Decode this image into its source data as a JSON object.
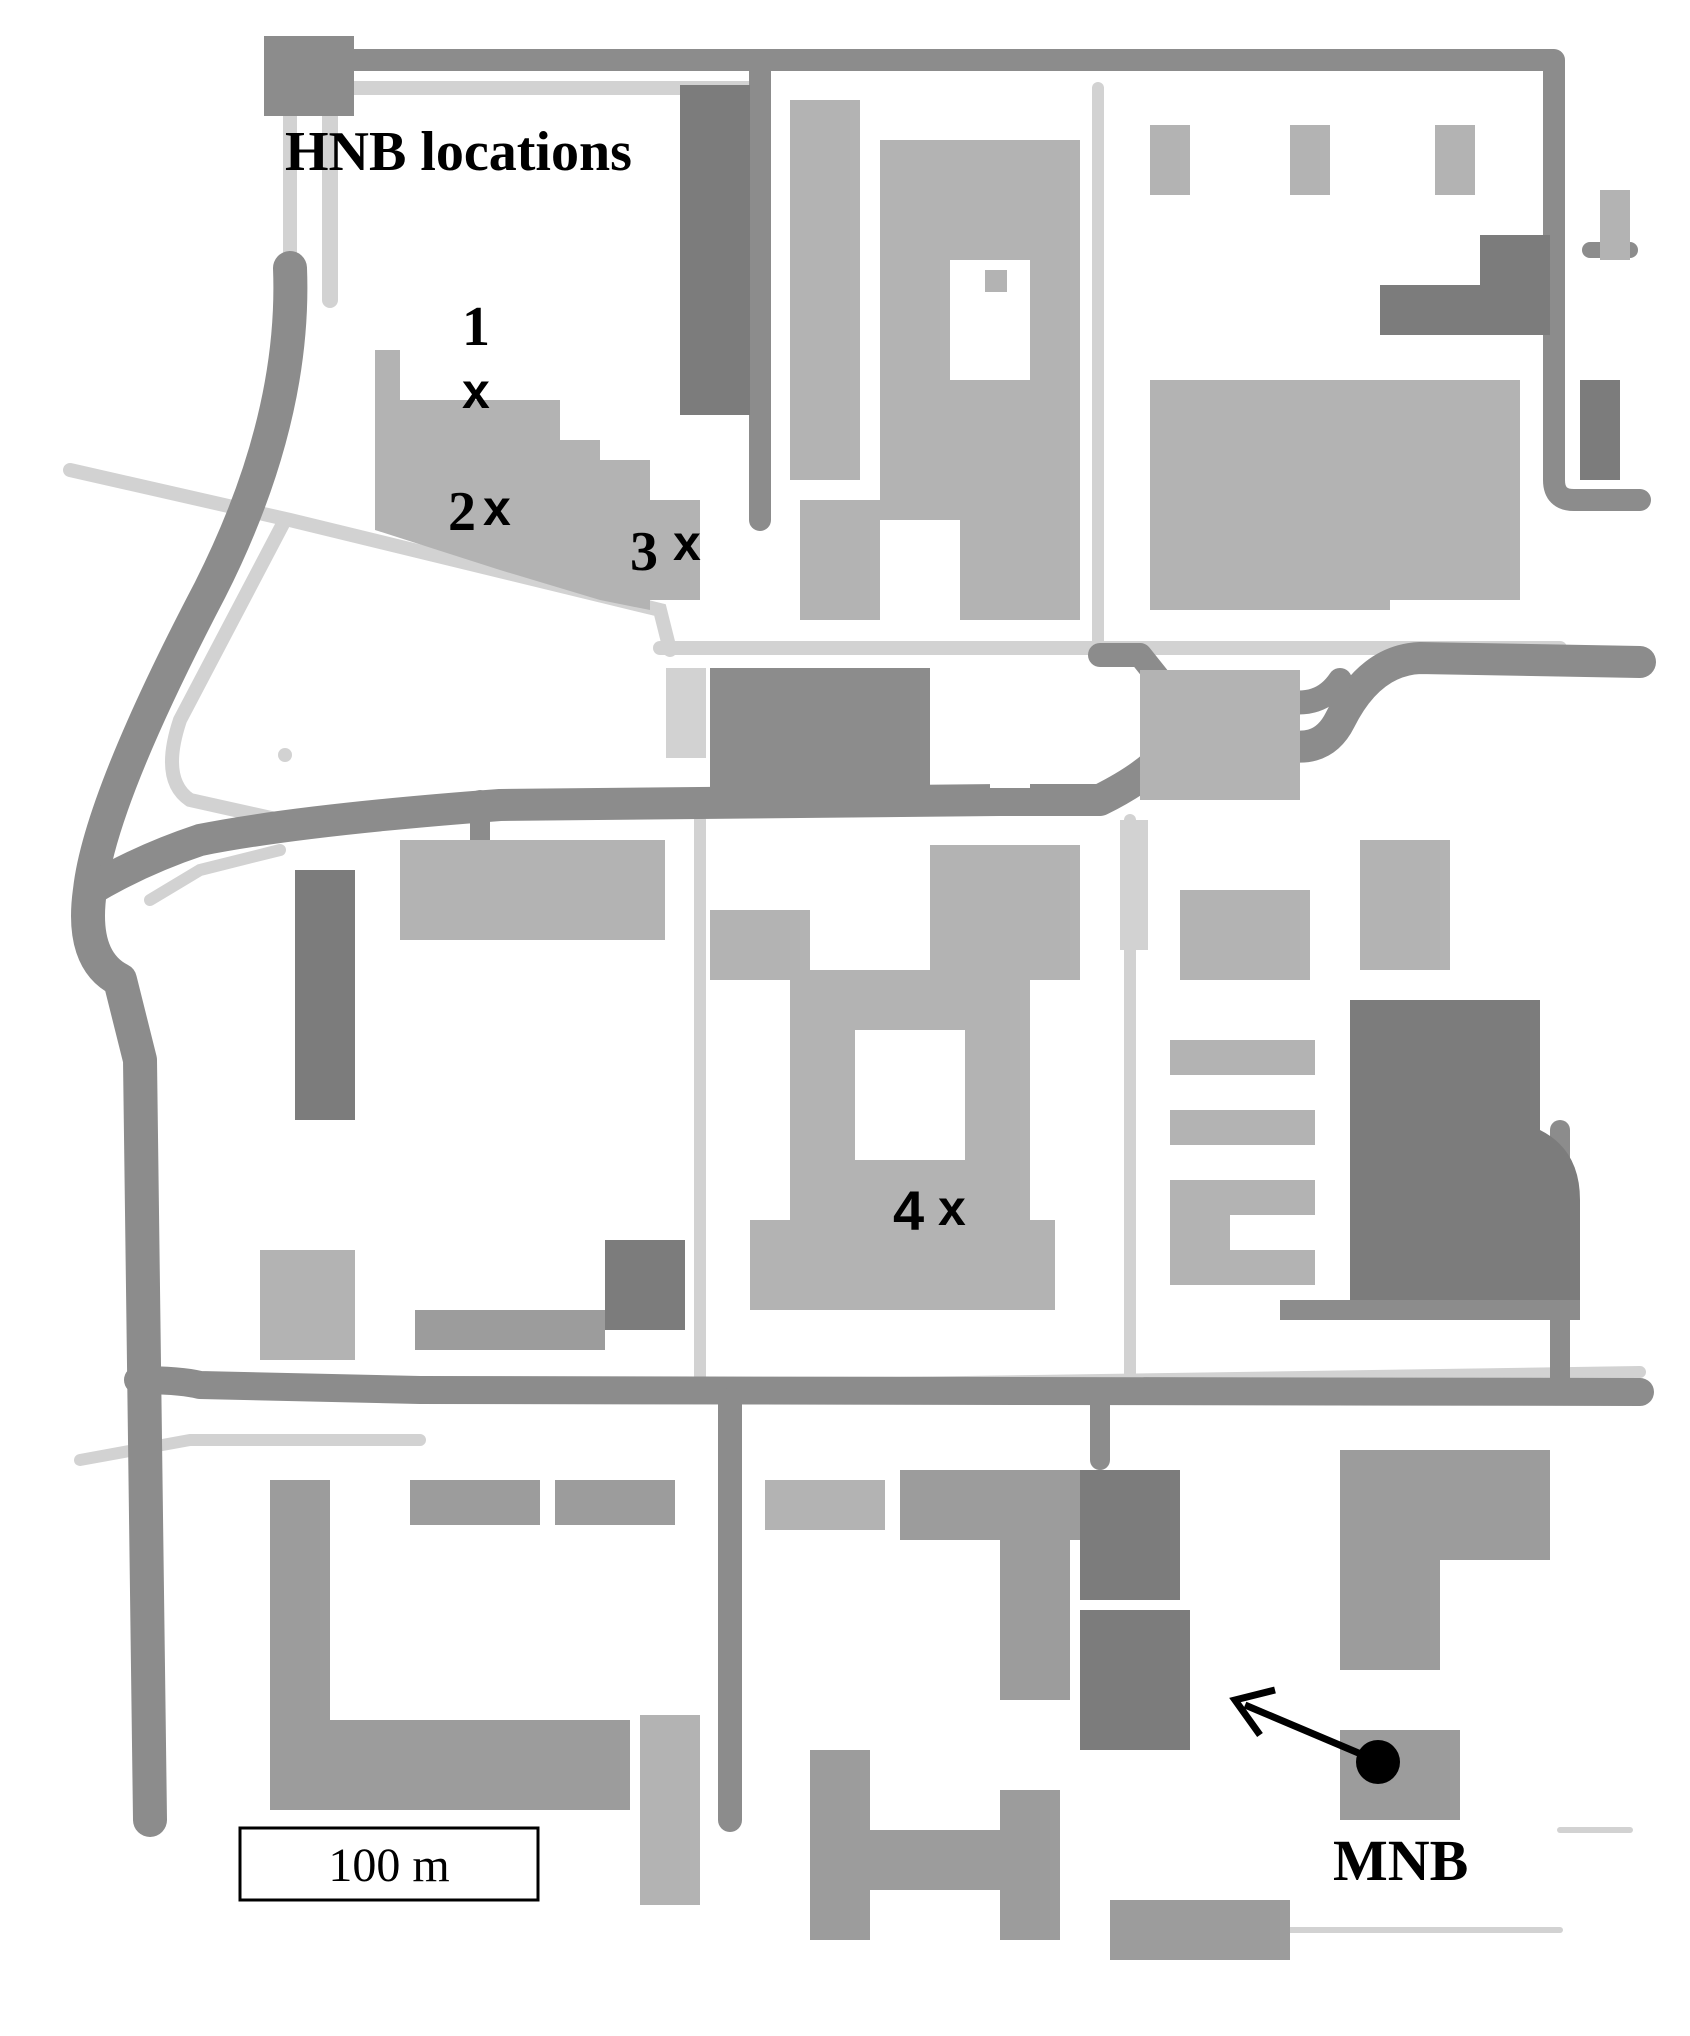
{
  "map": {
    "title": "HNB locations",
    "markers": [
      {
        "num": "1",
        "symbol": "x"
      },
      {
        "num": "2",
        "symbol": "x"
      },
      {
        "num": "3",
        "symbol": "x"
      },
      {
        "num": "4",
        "symbol": "x"
      }
    ],
    "station_label": "MNB",
    "scale_bar_label": "100 m",
    "colors": {
      "road": "#8c8c8c",
      "footpath": "#d2d2d2",
      "building_light": "#b3b3b3",
      "building_mid": "#9c9c9c",
      "building_dark": "#7c7c7c"
    }
  }
}
